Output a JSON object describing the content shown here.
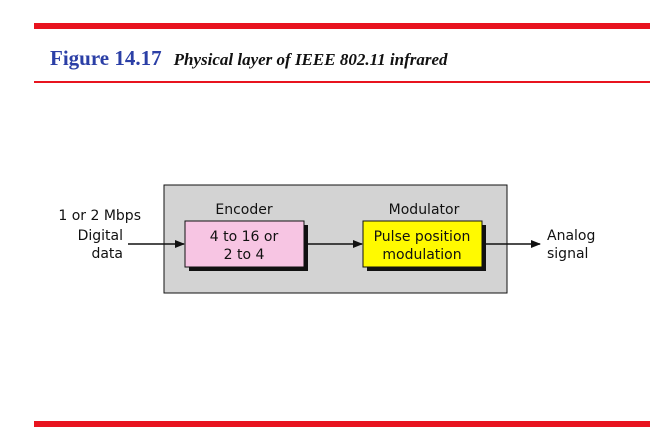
{
  "figure": {
    "number": "Figure 14.17",
    "title": "Physical layer of IEEE 802.11 infrared"
  },
  "diagram": {
    "input": {
      "line1": "1 or 2 Mbps",
      "line2": "Digital",
      "line3": "data"
    },
    "encoder": {
      "label": "Encoder",
      "line1": "4 to 16 or",
      "line2": "2 to 4",
      "fill": "#f7c5e3"
    },
    "modulator": {
      "label": "Modulator",
      "line1": "Pulse position",
      "line2": "modulation",
      "fill": "#fffa00"
    },
    "output": {
      "line1": "Analog",
      "line2": "signal"
    },
    "container_fill": "#d3d3d3",
    "rule_color": "#e8141f",
    "title_color": "#2b3fa6"
  }
}
